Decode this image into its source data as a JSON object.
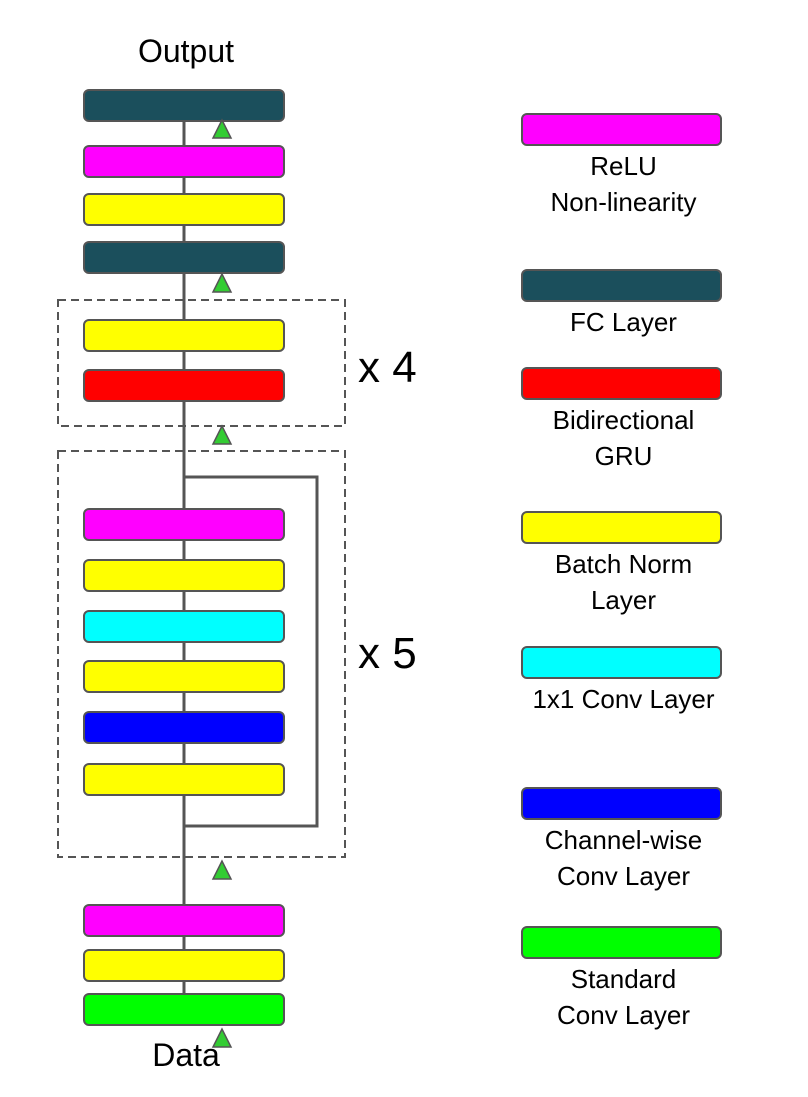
{
  "labels": {
    "output": "Output",
    "data": "Data",
    "repeat_gru": "x 4",
    "repeat_conv": "x 5"
  },
  "colors": {
    "relu": "#ff00ff",
    "fc": "#1b4f5c",
    "gru": "#ff0000",
    "batchnorm": "#ffff00",
    "conv1x1": "#00ffff",
    "channelwise": "#0000ff",
    "standard": "#00ff00",
    "arrow": "#33cc33",
    "border": "#555555",
    "line": "#555555"
  },
  "stack": [
    {
      "type": "fc"
    },
    {
      "type": "relu"
    },
    {
      "type": "batchnorm"
    },
    {
      "type": "fc"
    },
    {
      "type": "batchnorm"
    },
    {
      "type": "gru"
    },
    {
      "type": "relu"
    },
    {
      "type": "batchnorm"
    },
    {
      "type": "conv1x1"
    },
    {
      "type": "batchnorm"
    },
    {
      "type": "channelwise"
    },
    {
      "type": "batchnorm"
    },
    {
      "type": "relu"
    },
    {
      "type": "batchnorm"
    },
    {
      "type": "standard"
    }
  ],
  "legend": [
    {
      "type": "relu",
      "lines": [
        "ReLU",
        "Non-linearity"
      ]
    },
    {
      "type": "fc",
      "lines": [
        "FC Layer"
      ]
    },
    {
      "type": "gru",
      "lines": [
        "Bidirectional",
        "GRU"
      ]
    },
    {
      "type": "batchnorm",
      "lines": [
        "Batch Norm",
        "Layer"
      ]
    },
    {
      "type": "conv1x1",
      "lines": [
        "1x1 Conv Layer"
      ]
    },
    {
      "type": "channelwise",
      "lines": [
        "Channel-wise",
        "Conv Layer"
      ]
    },
    {
      "type": "standard",
      "lines": [
        "Standard",
        "Conv Layer"
      ]
    }
  ]
}
